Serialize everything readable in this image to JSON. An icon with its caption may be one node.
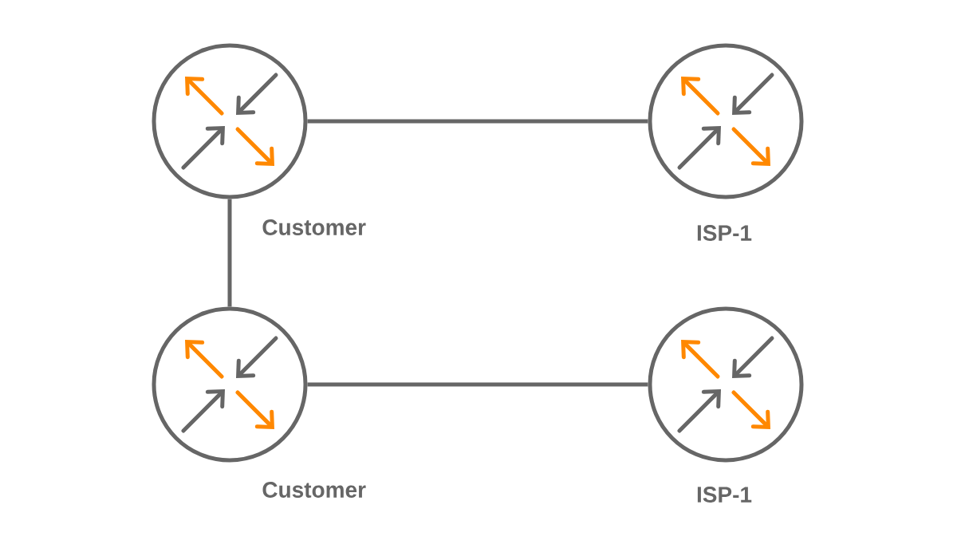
{
  "diagram": {
    "nodes": [
      {
        "text": [],
        "shape": "circle",
        "beside": [
          "Customer"
        ]
      },
      {
        "text": [],
        "shape": "circle",
        "beside": [
          "ISP-1"
        ]
      },
      {
        "text": [],
        "shape": "circle",
        "beside": [
          "Customer"
        ]
      },
      {
        "text": [],
        "shape": "circle",
        "beside": [
          "ISP-1"
        ]
      }
    ],
    "edges": [
      {
        "from": 0,
        "to": 1,
        "arrow": "none"
      },
      {
        "from": 0,
        "to": 2,
        "arrow": "none"
      },
      {
        "from": 2,
        "to": 3,
        "arrow": "none"
      }
    ]
  }
}
